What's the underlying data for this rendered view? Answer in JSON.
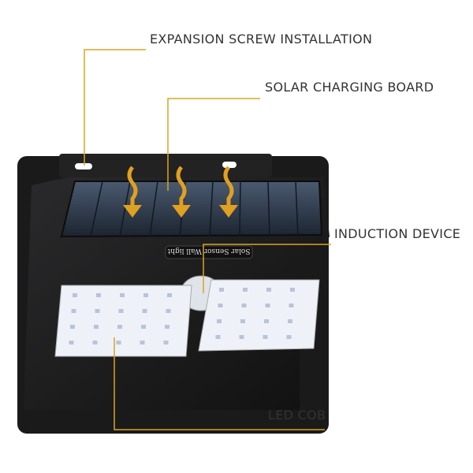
{
  "labels": {
    "expansion_screw": "EXPANSION SCREW INSTALLATION",
    "solar_board": "SOLAR CHARGING BOARD",
    "induction": "INDUCTION DEVICE",
    "led": "LED COB"
  },
  "product_plate_text": "Solar Sensor Wall light",
  "colors": {
    "callout_line": "#d9a520",
    "arrow": "#e0a020",
    "body": "#1c1c1e",
    "led_panel": "#eef2f8"
  }
}
